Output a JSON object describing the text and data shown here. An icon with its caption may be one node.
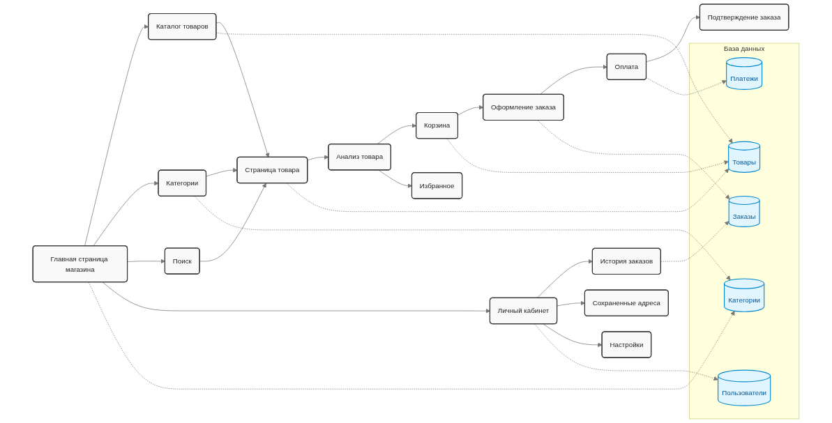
{
  "diagram": {
    "nodes": [
      {
        "text": [
          "Главная страница магазина"
        ]
      },
      {
        "text": [
          "Каталог товаров"
        ]
      },
      {
        "text": [
          "Категории"
        ]
      },
      {
        "text": [
          "Поиск"
        ]
      },
      {
        "text": [
          "Страница товара"
        ]
      },
      {
        "text": [
          "Анализ товара"
        ]
      },
      {
        "text": [
          "Корзина"
        ]
      },
      {
        "text": [
          "Избранное"
        ]
      },
      {
        "text": [
          "Оформление заказа"
        ]
      },
      {
        "text": [
          "Оплата"
        ]
      },
      {
        "text": [
          "Подтверждение заказа"
        ]
      },
      {
        "text": [
          "Личный кабинет"
        ]
      },
      {
        "text": [
          "История заказов"
        ]
      },
      {
        "text": [
          "Сохраненные адреса"
        ]
      },
      {
        "text": [
          "Настройки"
        ]
      },
      {
        "text": [
          "База данных"
        ]
      },
      {
        "text": [
          "Платежи"
        ],
        "in": 15
      },
      {
        "text": [
          "Товары"
        ],
        "in": 15
      },
      {
        "text": [
          "Заказы"
        ],
        "in": 15
      },
      {
        "text": [
          "Категории"
        ],
        "in": 15
      },
      {
        "text": [
          "Пользователи"
        ],
        "in": 15
      }
    ],
    "edges": [
      {
        "from": 0,
        "to": 1,
        "arrow": "to"
      },
      {
        "from": 0,
        "to": 2,
        "arrow": "to"
      },
      {
        "from": 0,
        "to": 3,
        "arrow": "to"
      },
      {
        "from": 0,
        "to": 11,
        "arrow": "to"
      },
      {
        "from": 1,
        "to": 4,
        "arrow": "to"
      },
      {
        "from": 2,
        "to": 4,
        "arrow": "to"
      },
      {
        "from": 3,
        "to": 4,
        "arrow": "to"
      },
      {
        "from": 4,
        "to": 5,
        "arrow": "to"
      },
      {
        "from": 5,
        "to": 6,
        "arrow": "to"
      },
      {
        "from": 5,
        "to": 7,
        "arrow": "to"
      },
      {
        "from": 6,
        "to": 8,
        "arrow": "to"
      },
      {
        "from": 8,
        "to": 9,
        "arrow": "to"
      },
      {
        "from": 9,
        "to": 10,
        "arrow": "to"
      },
      {
        "from": 11,
        "to": 12,
        "arrow": "to"
      },
      {
        "from": 11,
        "to": 13,
        "arrow": "to"
      },
      {
        "from": 11,
        "to": 14,
        "arrow": "to"
      },
      {
        "from": 1,
        "to": 17,
        "arrow": "to",
        "style": "dashed"
      },
      {
        "from": 4,
        "to": 17,
        "arrow": "to",
        "style": "dashed"
      },
      {
        "from": 6,
        "to": 17,
        "arrow": "to",
        "style": "dashed"
      },
      {
        "from": 8,
        "to": 18,
        "arrow": "to",
        "style": "dashed"
      },
      {
        "from": 9,
        "to": 16,
        "arrow": "to",
        "style": "dashed"
      },
      {
        "from": 2,
        "to": 19,
        "arrow": "to",
        "style": "dashed"
      },
      {
        "from": 12,
        "to": 18,
        "arrow": "to",
        "style": "dashed"
      },
      {
        "from": 11,
        "to": 20,
        "arrow": "to",
        "style": "dashed"
      },
      {
        "from": 0,
        "to": 19,
        "arrow": "to",
        "style": "dashed"
      }
    ]
  }
}
